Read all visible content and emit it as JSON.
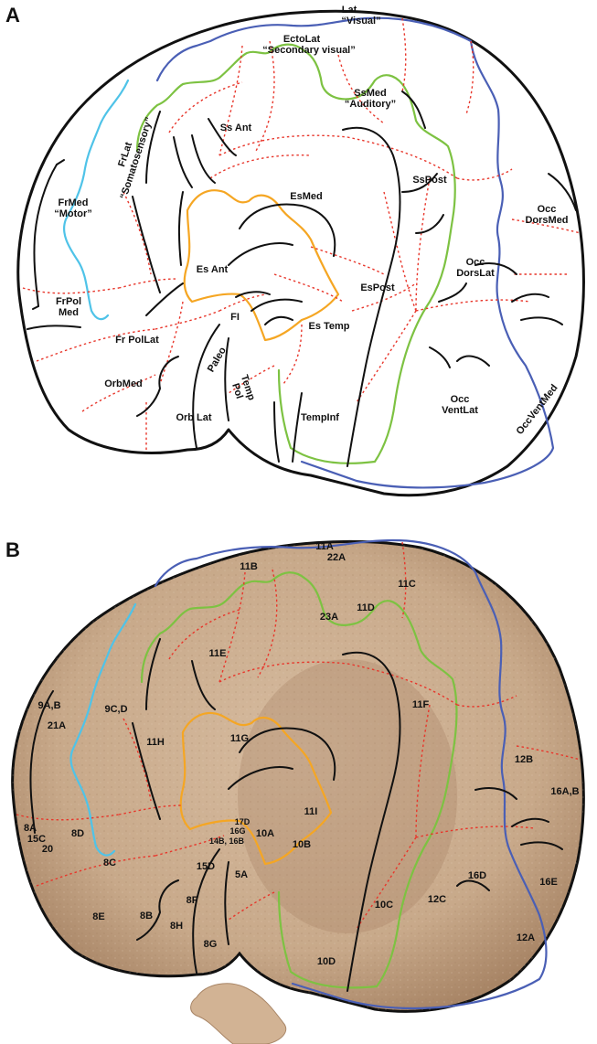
{
  "panel_a": {
    "letter": "A",
    "colors": {
      "outline": "#111111",
      "occipital_boundary": "#4a5fb5",
      "somatosensory_boundary": "#4fc3e8",
      "secondary_boundary": "#7dc242",
      "ectosylvian_boundary": "#f5a623",
      "area_divisions": "#e8362b"
    },
    "labels": [
      {
        "id": "lat-visual",
        "lines": [
          "Lat",
          "“Visual”"
        ]
      },
      {
        "id": "ectolat",
        "lines": [
          "EctoLat",
          "“Secondary visual”"
        ]
      },
      {
        "id": "ssmed",
        "lines": [
          "SsMed",
          "“Auditory”"
        ]
      },
      {
        "id": "frlat",
        "lines": [
          "FrLat",
          "“Somatosensory”"
        ]
      },
      {
        "id": "ss-ant",
        "lines": [
          "Ss  Ant"
        ]
      },
      {
        "id": "frmed",
        "lines": [
          "FrMed",
          "“Motor”"
        ]
      },
      {
        "id": "esmed",
        "lines": [
          "EsMed"
        ]
      },
      {
        "id": "sspost",
        "lines": [
          "SsPost"
        ]
      },
      {
        "id": "occ-dorsmed",
        "lines": [
          "Occ",
          "DorsMed"
        ]
      },
      {
        "id": "es-ant",
        "lines": [
          "Es  Ant"
        ]
      },
      {
        "id": "occ-dorslat",
        "lines": [
          "Occ",
          "DorsLat"
        ]
      },
      {
        "id": "espost",
        "lines": [
          "EsPost"
        ]
      },
      {
        "id": "frpol-med",
        "lines": [
          "FrPol",
          "Med"
        ]
      },
      {
        "id": "fi",
        "lines": [
          "FI"
        ]
      },
      {
        "id": "es-temp",
        "lines": [
          "Es  Temp"
        ]
      },
      {
        "id": "fr-pollat",
        "lines": [
          "Fr  PolLat"
        ]
      },
      {
        "id": "paleo",
        "lines": [
          "Paleo"
        ]
      },
      {
        "id": "orbmed",
        "lines": [
          "OrbMed"
        ]
      },
      {
        "id": "temp-pol",
        "lines": [
          "Temp",
          "Pol"
        ]
      },
      {
        "id": "occ-ventlat",
        "lines": [
          "Occ",
          "VentLat"
        ]
      },
      {
        "id": "orb-lat",
        "lines": [
          "Orb  Lat"
        ]
      },
      {
        "id": "tempinf",
        "lines": [
          "TempInf"
        ]
      },
      {
        "id": "occventmed",
        "lines": [
          "OccVentMed"
        ]
      }
    ]
  },
  "panel_b": {
    "letter": "B",
    "colors": {
      "brain_fill": "#c8a98a",
      "brain_shade": "#b08e6e",
      "brainstem": "#d2b394"
    },
    "labels": [
      "11A",
      "22A",
      "11B",
      "11C",
      "23A",
      "11D",
      "11E",
      "9A,B",
      "9C,D",
      "21A",
      "11F",
      "11H",
      "11G",
      "12B",
      "16A,B",
      "11I",
      "8A",
      "15C",
      "20",
      "8D",
      "17D",
      "16G",
      "14B, 16B",
      "10A",
      "10B",
      "8C",
      "15D",
      "5A",
      "16D",
      "16E",
      "8F",
      "12C",
      "10C",
      "8E",
      "8B",
      "8H",
      "8G",
      "10D",
      "12A"
    ]
  }
}
